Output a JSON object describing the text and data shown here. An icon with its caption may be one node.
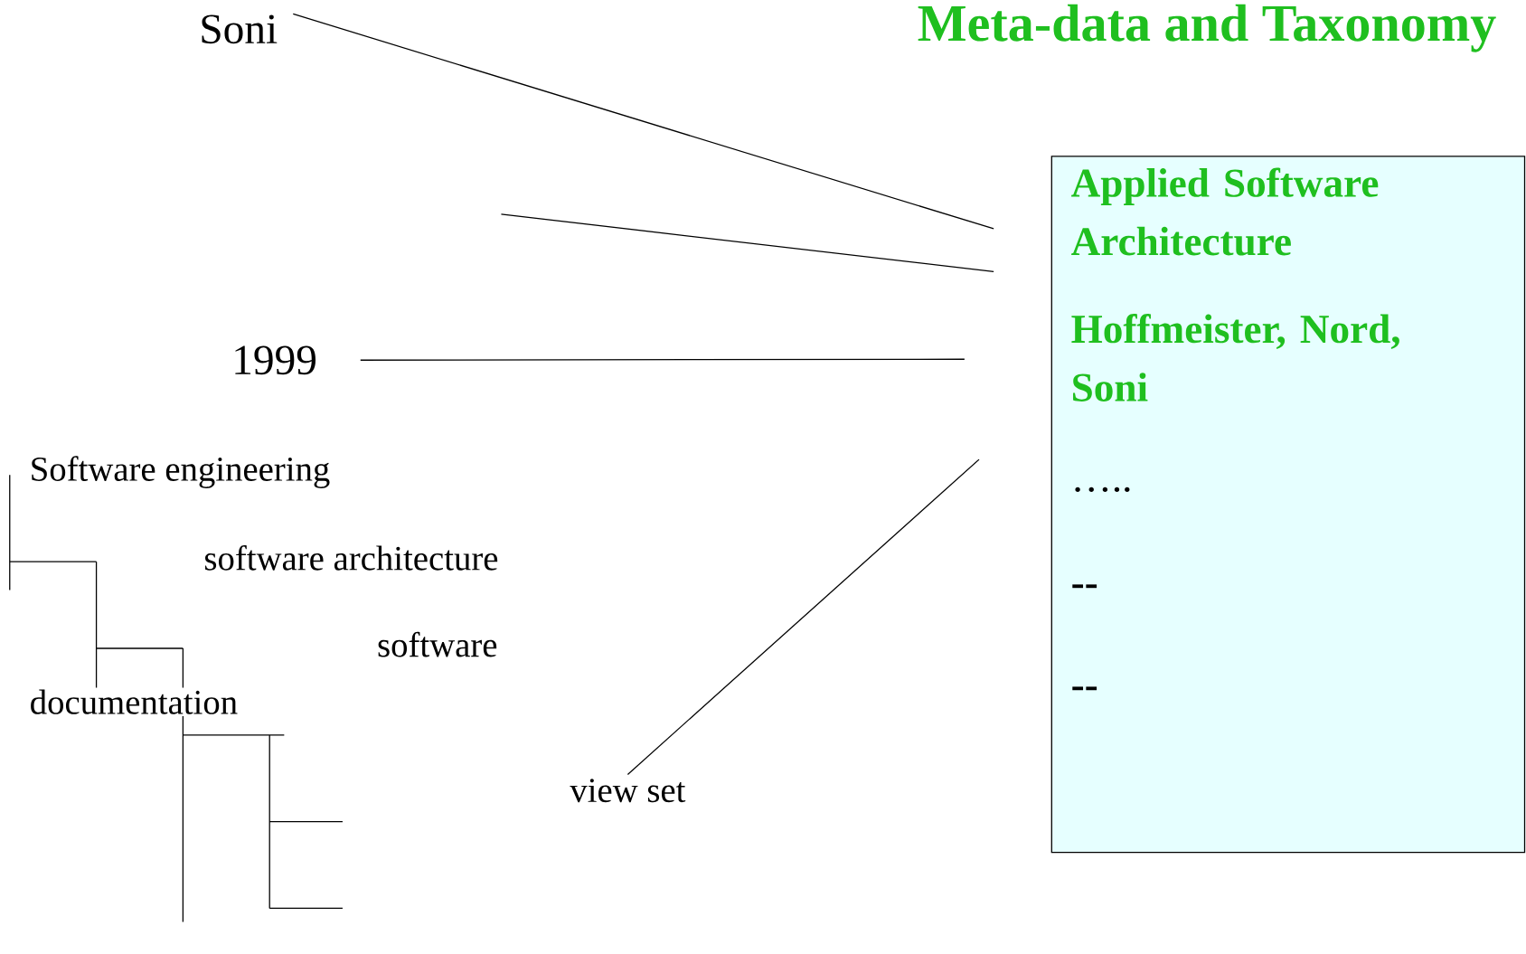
{
  "diagram": {
    "title": "Meta-data and Taxonomy",
    "nodes": [
      {
        "text": [
          "Soni"
        ]
      },
      {
        "text": [
          "1999"
        ]
      },
      {
        "text": [
          "view set"
        ]
      },
      {
        "text": [
          "Applied Software Architecture",
          "Hoffmeister, Nord, Soni",
          "…..",
          "--",
          "--"
        ]
      }
    ],
    "edges": [
      {
        "from": 0,
        "to": 3,
        "arrow": "none"
      },
      {
        "from": null,
        "to": 3,
        "arrow": "none"
      },
      {
        "from": 1,
        "to": 3,
        "arrow": "none"
      },
      {
        "from": 2,
        "to": 3,
        "arrow": "none"
      }
    ],
    "labels": [
      "Software engineering",
      "software architecture",
      "software",
      "documentation"
    ]
  }
}
